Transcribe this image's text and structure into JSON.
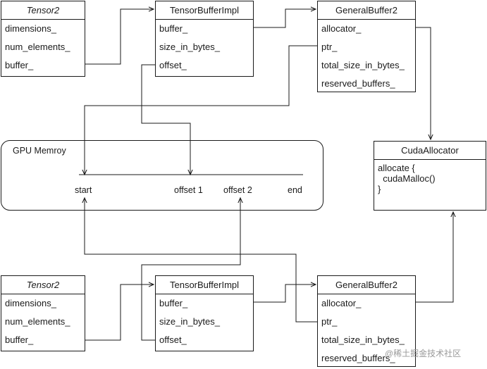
{
  "top": {
    "tensor": {
      "title": "Tensor2",
      "fields": [
        "dimensions_",
        "num_elements_",
        "buffer_"
      ]
    },
    "impl": {
      "title": "TensorBufferImpl",
      "fields": [
        "buffer_",
        "size_in_bytes_",
        "offset_"
      ]
    },
    "general": {
      "title": "GeneralBuffer2",
      "fields": [
        "allocator_",
        "ptr_",
        "total_size_in_bytes_",
        "reserved_buffers_"
      ]
    }
  },
  "bottom": {
    "tensor": {
      "title": "Tensor2",
      "fields": [
        "dimensions_",
        "num_elements_",
        "buffer_"
      ]
    },
    "impl": {
      "title": "TensorBufferImpl",
      "fields": [
        "buffer_",
        "size_in_bytes_",
        "offset_"
      ]
    },
    "general": {
      "title": "GeneralBuffer2",
      "fields": [
        "allocator_",
        "ptr_",
        "total_size_in_bytes_",
        "reserved_buffers_"
      ]
    }
  },
  "cuda": {
    "title": "CudaAllocator",
    "body": "allocate {\n  cudaMalloc()\n}"
  },
  "gpu": {
    "title": "GPU Memroy",
    "labels": {
      "start": "start",
      "offset1": "offset 1",
      "offset2": "offset 2",
      "end": "end"
    }
  },
  "watermark": "@稀土掘金技术社区",
  "colors": {
    "line": "#1a1a1a",
    "watermark": "#9a9a9a"
  }
}
